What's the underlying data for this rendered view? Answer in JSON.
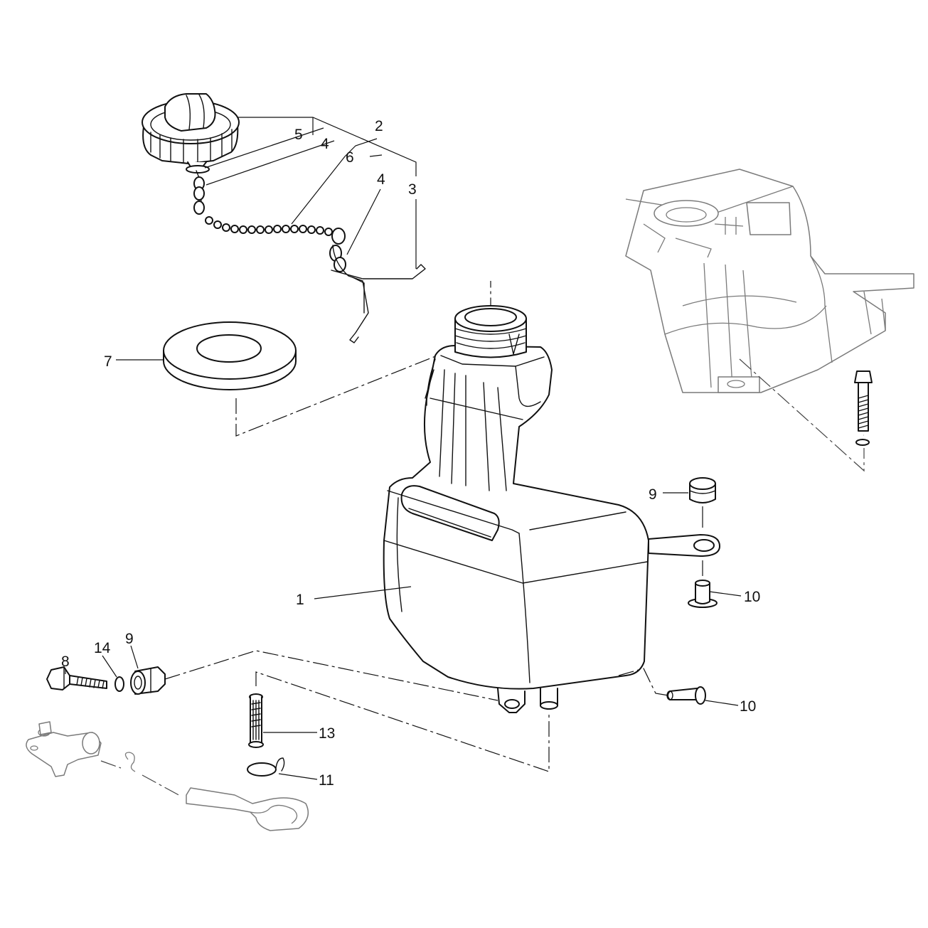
{
  "callouts": [
    {
      "id": "tank",
      "text": "1"
    },
    {
      "id": "cap",
      "text": "2"
    },
    {
      "id": "hook",
      "text": "3"
    },
    {
      "id": "ring-a",
      "text": "4"
    },
    {
      "id": "ring-b",
      "text": "4"
    },
    {
      "id": "clip",
      "text": "5"
    },
    {
      "id": "chain",
      "text": "6"
    },
    {
      "id": "gasket",
      "text": "7"
    },
    {
      "id": "bolt",
      "text": "8"
    },
    {
      "id": "grommet-top",
      "text": "9"
    },
    {
      "id": "grommet-left",
      "text": "9"
    },
    {
      "id": "collar-top",
      "text": "10"
    },
    {
      "id": "collar-bottom",
      "text": "10"
    },
    {
      "id": "clamp",
      "text": "11"
    },
    {
      "id": "filter",
      "text": "13"
    },
    {
      "id": "washer",
      "text": "14"
    }
  ]
}
